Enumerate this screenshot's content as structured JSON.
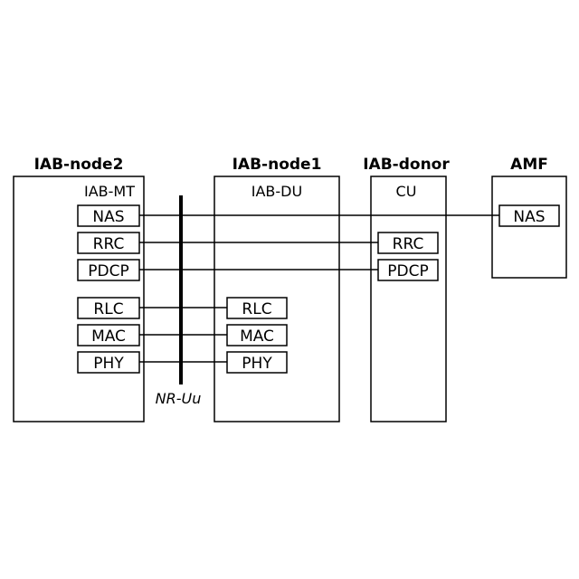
{
  "entities": {
    "node2": {
      "title": "IAB-node2",
      "sublabel": "IAB-MT"
    },
    "node1": {
      "title": "IAB-node1",
      "sublabel": "IAB-DU"
    },
    "donor": {
      "title": "IAB-donor",
      "sublabel": "CU"
    },
    "amf": {
      "title": "AMF"
    }
  },
  "protocols": {
    "node2": [
      "NAS",
      "RRC",
      "PDCP",
      "RLC",
      "MAC",
      "PHY"
    ],
    "node1": [
      "RLC",
      "MAC",
      "PHY"
    ],
    "donor": [
      "RRC",
      "PDCP"
    ],
    "amf": [
      "NAS"
    ]
  },
  "interface_label": "NR-Uu"
}
